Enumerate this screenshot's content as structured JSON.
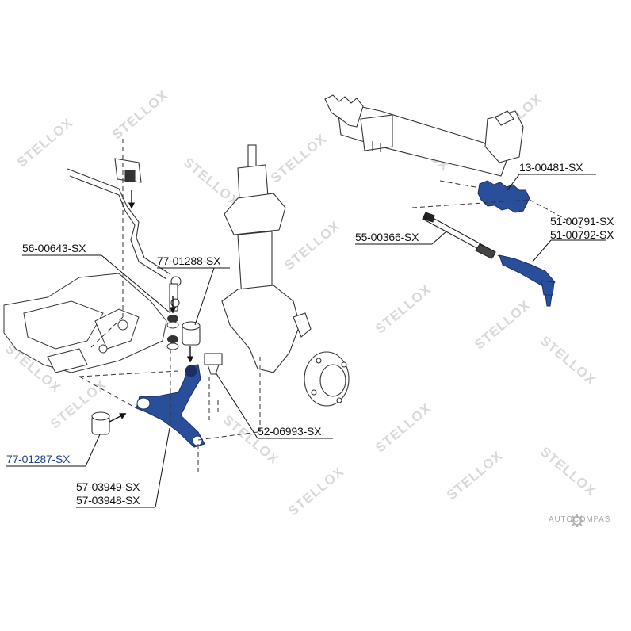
{
  "watermark": {
    "text": "STELLOX"
  },
  "brand": {
    "text": "AUTOCOMPAS",
    "icon": "gear-icon"
  },
  "colors": {
    "part_highlight": "#2a4f9a",
    "line": "#111111",
    "outline": "#333333",
    "watermark": "#d9d9d9"
  },
  "callouts": {
    "p13_00481": "13-00481-SX",
    "p51_00791": "51-00791-SX",
    "p51_00792": "51-00792-SX",
    "p55_00366": "55-00366-SX",
    "p56_00643": "56-00643-SX",
    "p77_01288": "77-01288-SX",
    "p52_06993": "52-06993-SX",
    "p77_01287": "77-01287-SX",
    "p57_03949": "57-03949-SX",
    "p57_03948": "57-03948-SX"
  }
}
